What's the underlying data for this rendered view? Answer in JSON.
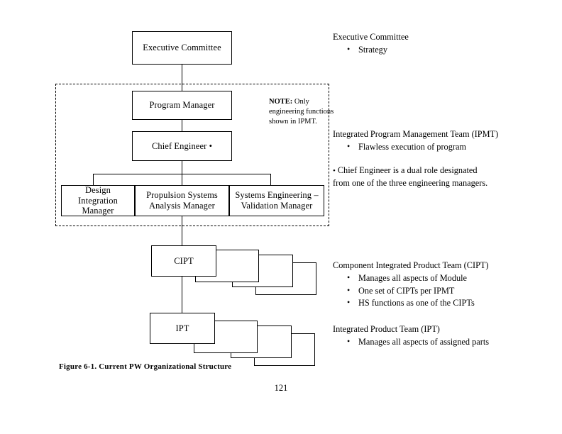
{
  "page": {
    "folio": "121",
    "caption": "Figure 6-1.  Current PW Organizational Structure"
  },
  "chart_nodes": {
    "executive_committee": "Executive Committee",
    "program_manager": "Program Manager",
    "chief_engineer": "Chief Engineer •",
    "design_integration_manager": "Design Integration\nManager",
    "design_integration_manager_line1": "Design Integration",
    "design_integration_manager_line2": "Manager",
    "propulsion_systems_line1": "Propulsion Systems",
    "propulsion_systems_line2": "Analysis Manager",
    "systems_engineering_line1": "Systems Engineering –",
    "systems_engineering_line2": "Validation Manager",
    "cipt": "CIPT",
    "ipt": "IPT"
  },
  "note": {
    "label": "NOTE:",
    "text": "Only engineering functions shown in IPMT."
  },
  "annotations": {
    "executive": {
      "title": "Executive Committee",
      "bullets": [
        "Strategy"
      ]
    },
    "ipmt": {
      "title": "Integrated Program Management Team (IPMT)",
      "bullets": [
        "Flawless execution of program"
      ],
      "footnote_mark": "•",
      "footnote_line1": "Chief Engineer is a dual role designated",
      "footnote_line2": "from one of the three engineering managers."
    },
    "cipt": {
      "title": "Component Integrated Product Team (CIPT)",
      "bullets": [
        "Manages all aspects of Module",
        "One set of CIPTs per IPMT",
        "HS functions as one of the CIPTs"
      ]
    },
    "ipt": {
      "title": "Integrated Product Team (IPT)",
      "bullets": [
        "Manages all aspects of assigned parts"
      ]
    }
  },
  "colors": {
    "ink": "#000000",
    "paper": "#ffffff"
  }
}
